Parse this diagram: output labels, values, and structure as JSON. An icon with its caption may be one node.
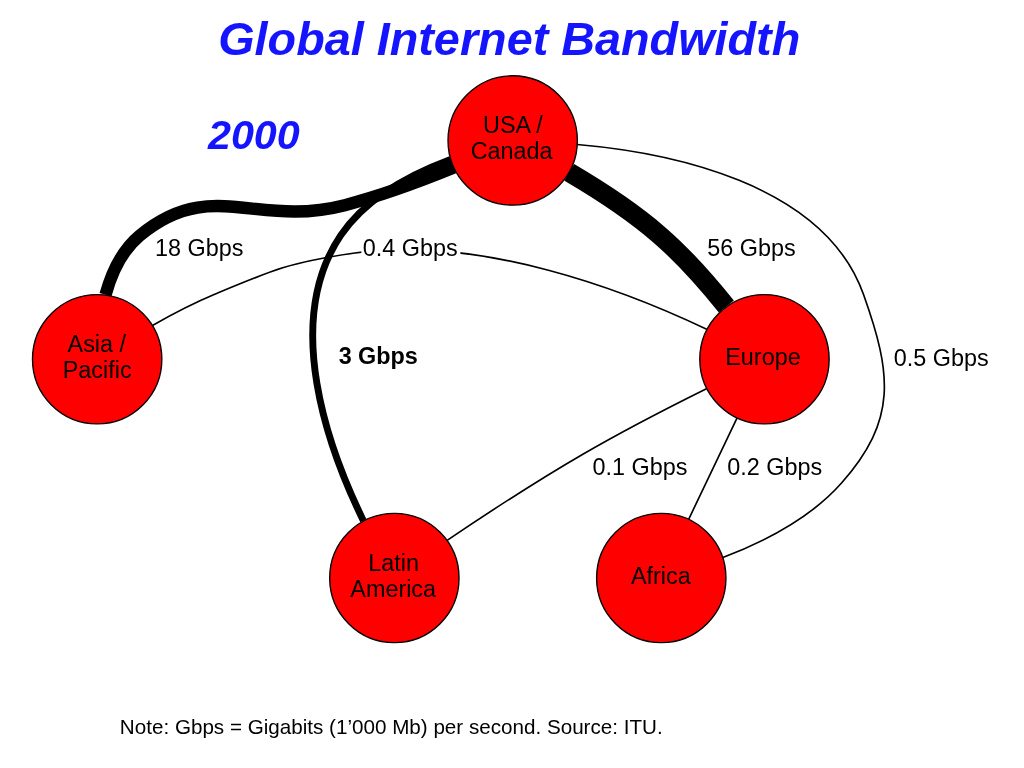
{
  "diagram": {
    "title": "Global Internet Bandwidth",
    "caption": "Note: Gbps = Gigabits (1’000 Mb) per second. Source: ITU.",
    "nodes": [
      {
        "text": [
          "USA / Canada"
        ]
      },
      {
        "text": [
          "Asia / Pacific"
        ]
      },
      {
        "text": [
          "Europe"
        ]
      },
      {
        "text": [
          "Latin America"
        ]
      },
      {
        "text": [
          "Africa"
        ]
      }
    ],
    "edges": [
      {
        "from": 0,
        "to": 1,
        "arrow": "none",
        "label": "18 Gbps",
        "style": "thick"
      },
      {
        "from": 0,
        "to": 2,
        "arrow": "none",
        "label": "56 Gbps",
        "style": "thick"
      },
      {
        "from": 0,
        "to": 3,
        "arrow": "none",
        "label": "3 Gbps",
        "style": "thick"
      },
      {
        "from": 0,
        "to": 4,
        "arrow": "none",
        "label": "0.5 Gbps"
      },
      {
        "from": 1,
        "to": 2,
        "arrow": "none",
        "label": "0.4 Gbps"
      },
      {
        "from": 4,
        "to": 2,
        "arrow": "none",
        "label": "0.2 Gbps"
      },
      {
        "from": 3,
        "to": 2,
        "arrow": "none",
        "label": "0.1 Gbps"
      }
    ],
    "labels": [
      "2000"
    ]
  }
}
